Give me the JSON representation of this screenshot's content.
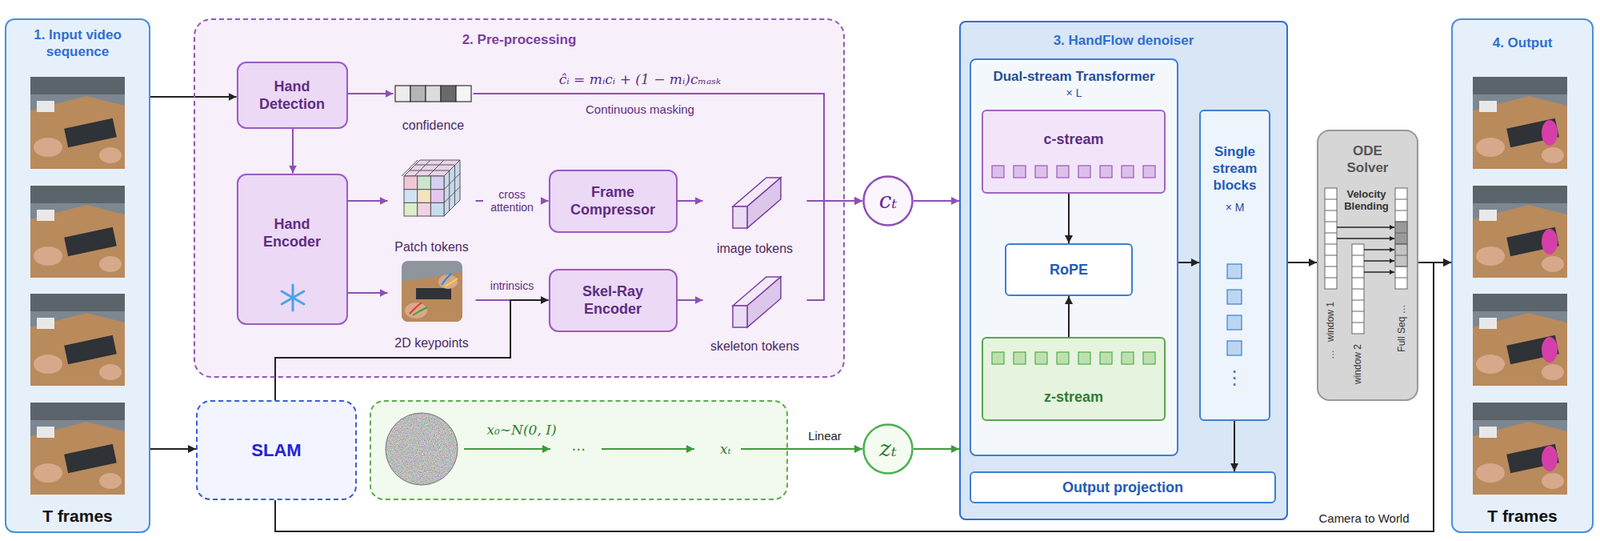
{
  "diagram": {
    "nodes": [
      {
        "text": [
          "1. Input video sequence",
          "T frames"
        ]
      },
      {
        "text": [
          "2. Pre-processing"
        ]
      },
      {
        "text": [
          "Hand Detection"
        ],
        "in": 1
      },
      {
        "text": [
          "confidence"
        ],
        "in": 1
      },
      {
        "text": [
          "Hand Encoder"
        ],
        "in": 1
      },
      {
        "text": [
          "Patch tokens"
        ],
        "in": 1
      },
      {
        "text": [
          "Frame Compressor"
        ],
        "in": 1
      },
      {
        "text": [
          "image tokens"
        ],
        "in": 1
      },
      {
        "text": [
          "2D keypoints"
        ],
        "in": 1
      },
      {
        "text": [
          "Skel-Ray Encoder"
        ],
        "in": 1
      },
      {
        "text": [
          "skeleton tokens"
        ],
        "in": 1
      },
      {
        "text": [
          "cₜ"
        ]
      },
      {
        "text": [
          "3. HandFlow denoiser"
        ]
      },
      {
        "text": [
          "Dual-stream Transformer",
          "× L"
        ],
        "in": 12
      },
      {
        "text": [
          "c-stream"
        ],
        "in": 13
      },
      {
        "text": [
          "RoPE"
        ],
        "in": 13
      },
      {
        "text": [
          "z-stream"
        ],
        "in": 13
      },
      {
        "text": [
          "Single stream blocks",
          "× M"
        ],
        "in": 12
      },
      {
        "text": [
          "Output projection"
        ],
        "in": 12
      },
      {
        "text": [
          "ODE Solver"
        ]
      },
      {
        "text": [
          "4. Output",
          "T frames"
        ]
      },
      {
        "text": [
          "SLAM"
        ]
      },
      {
        "text": [
          "x₀∼N(0, I)",
          "⋯",
          "xₜ"
        ]
      },
      {
        "text": [
          "zₜ"
        ]
      }
    ],
    "edges": [
      {
        "from": 0,
        "to": 2,
        "arrow": "to"
      },
      {
        "from": 0,
        "to": 21,
        "arrow": "to"
      },
      {
        "from": 2,
        "to": 3,
        "arrow": "to"
      },
      {
        "from": 2,
        "to": 4,
        "arrow": "to"
      },
      {
        "from": 4,
        "to": 5,
        "arrow": "to"
      },
      {
        "from": 4,
        "to": 8,
        "arrow": "to"
      },
      {
        "from": 5,
        "to": 6,
        "label": "cross attention",
        "arrow": "to"
      },
      {
        "from": 6,
        "to": 7,
        "arrow": "to"
      },
      {
        "from": 8,
        "to": 9,
        "arrow": "to"
      },
      {
        "from": 21,
        "to": 9,
        "label": "intrinsics",
        "arrow": "to"
      },
      {
        "from": 9,
        "to": 10,
        "arrow": "to"
      },
      {
        "from": 3,
        "to": 11,
        "label": "ĉᵢ = mᵢcᵢ + (1 − mᵢ)cₘₐₛₖ",
        "arrow": "to"
      },
      {
        "from": 7,
        "to": 11,
        "arrow": "to"
      },
      {
        "from": 10,
        "to": 11,
        "arrow": "to"
      },
      {
        "from": 11,
        "to": 12,
        "arrow": "to"
      },
      {
        "from": 22,
        "to": 23,
        "label": "Linear",
        "arrow": "to"
      },
      {
        "from": 23,
        "to": 12,
        "arrow": "to"
      },
      {
        "from": 14,
        "to": 15,
        "arrow": "to"
      },
      {
        "from": 16,
        "to": 15,
        "arrow": "to"
      },
      {
        "from": 13,
        "to": 17,
        "arrow": "to"
      },
      {
        "from": 17,
        "to": 18,
        "arrow": "to"
      },
      {
        "from": 12,
        "to": 19,
        "arrow": "to"
      },
      {
        "from": 19,
        "to": 20,
        "arrow": "to"
      },
      {
        "from": 21,
        "to": 20,
        "label": "Camera to World",
        "arrow": "to"
      }
    ],
    "labels": [
      "Continuous masking",
      "⋮",
      "Velocity Blending",
      "window 1",
      "…",
      "window 2",
      "Full Seq …"
    ]
  }
}
